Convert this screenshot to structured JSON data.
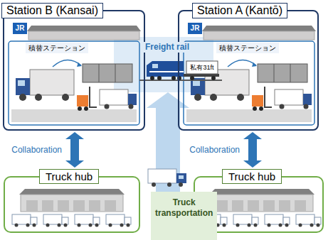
{
  "diagram": {
    "nodes": [
      {
        "text": [
          "Station B (Kansai)",
          "積替ステーション"
        ]
      },
      {
        "text": [
          "Station A (Kantō)",
          "積替ステーション"
        ]
      },
      {
        "text": [
          "Freight rail"
        ]
      },
      {
        "text": [
          "Truck hub"
        ]
      },
      {
        "text": [
          "Truck hub"
        ]
      },
      {
        "text": [
          "Truck transportation"
        ]
      }
    ],
    "edges": [
      {
        "from": 3,
        "to": 0,
        "arrow": "both",
        "label": "Collaboration"
      },
      {
        "from": 4,
        "to": 1,
        "arrow": "both",
        "label": "Collaboration"
      },
      {
        "from": 5,
        "to": 2,
        "arrow": "to"
      }
    ],
    "labels": [
      "JR",
      "JR",
      "私有31ft"
    ]
  }
}
